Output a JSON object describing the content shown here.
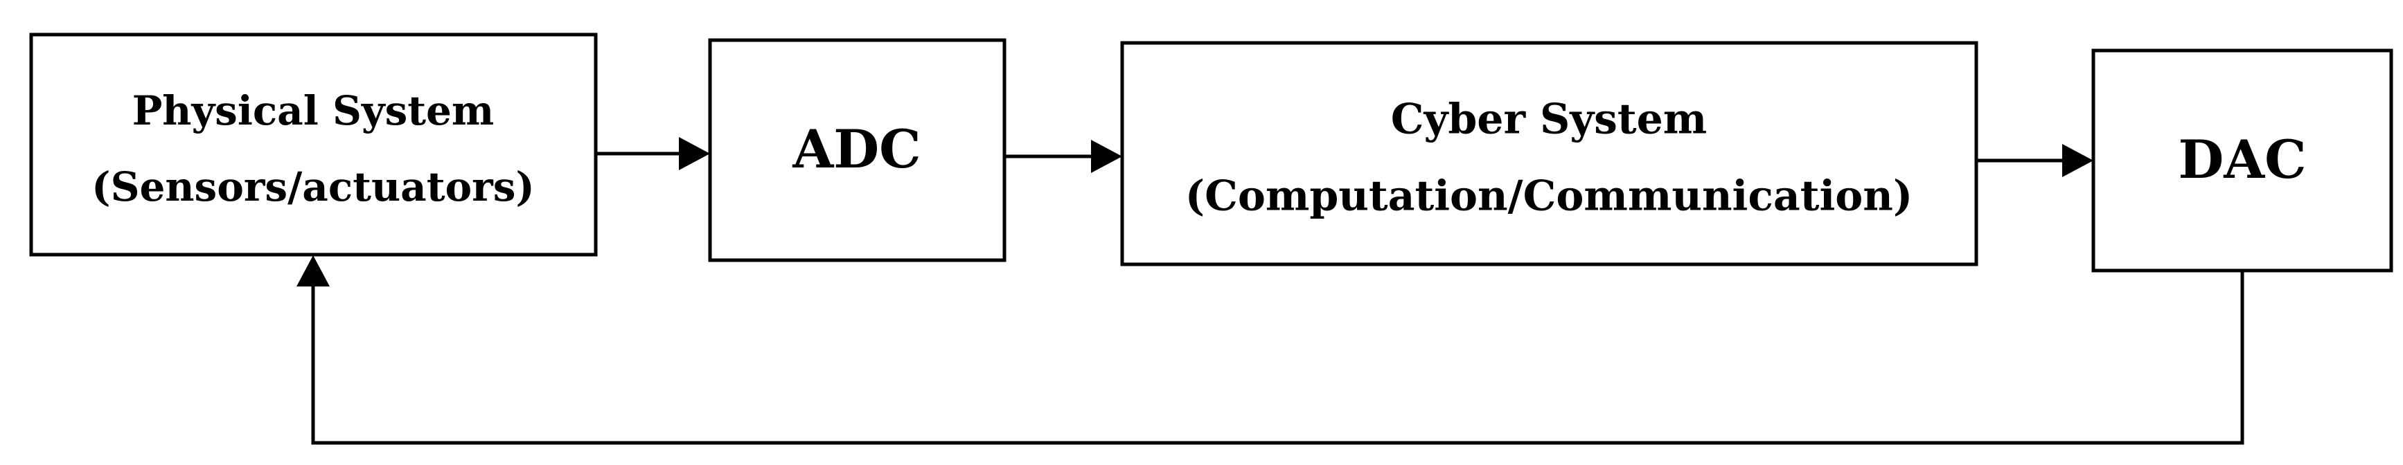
{
  "diagram": {
    "type": "block-diagram",
    "nodes": [
      {
        "id": "physical",
        "lines": [
          "Physical System",
          "(Sensors/actuators)"
        ]
      },
      {
        "id": "adc",
        "lines": [
          "ADC"
        ]
      },
      {
        "id": "cyber",
        "lines": [
          "Cyber System",
          "(Computation/Communication)"
        ]
      },
      {
        "id": "dac",
        "lines": [
          "DAC"
        ]
      }
    ],
    "edges": [
      {
        "from": "physical",
        "to": "adc"
      },
      {
        "from": "adc",
        "to": "cyber"
      },
      {
        "from": "cyber",
        "to": "dac"
      },
      {
        "from": "dac",
        "to": "physical",
        "route": "feedback-below"
      }
    ],
    "colors": {
      "stroke": "#000000",
      "fill": "#ffffff",
      "text": "#000000"
    }
  }
}
